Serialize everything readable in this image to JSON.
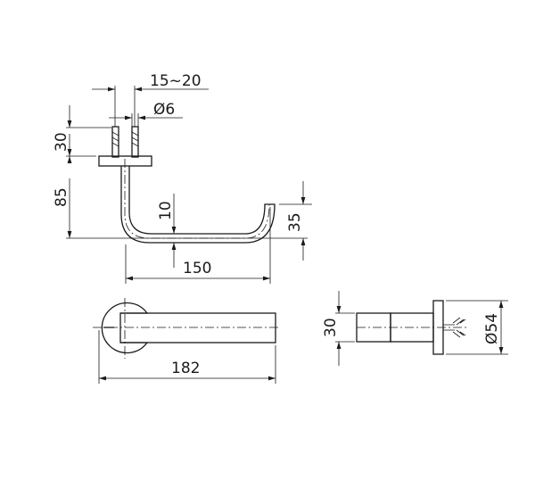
{
  "drawing": {
    "dimensions": {
      "anchor_spacing": "15~20",
      "anchor_diameter": "Ø6",
      "anchor_depth": "30",
      "drop_height": "85",
      "tube_diameter": "10",
      "tip_height": "35",
      "arm_length": "150",
      "overall_length": "182",
      "side_tube": "30",
      "flange_diameter": "Ø54"
    },
    "line_color": "#1a1a1a"
  }
}
